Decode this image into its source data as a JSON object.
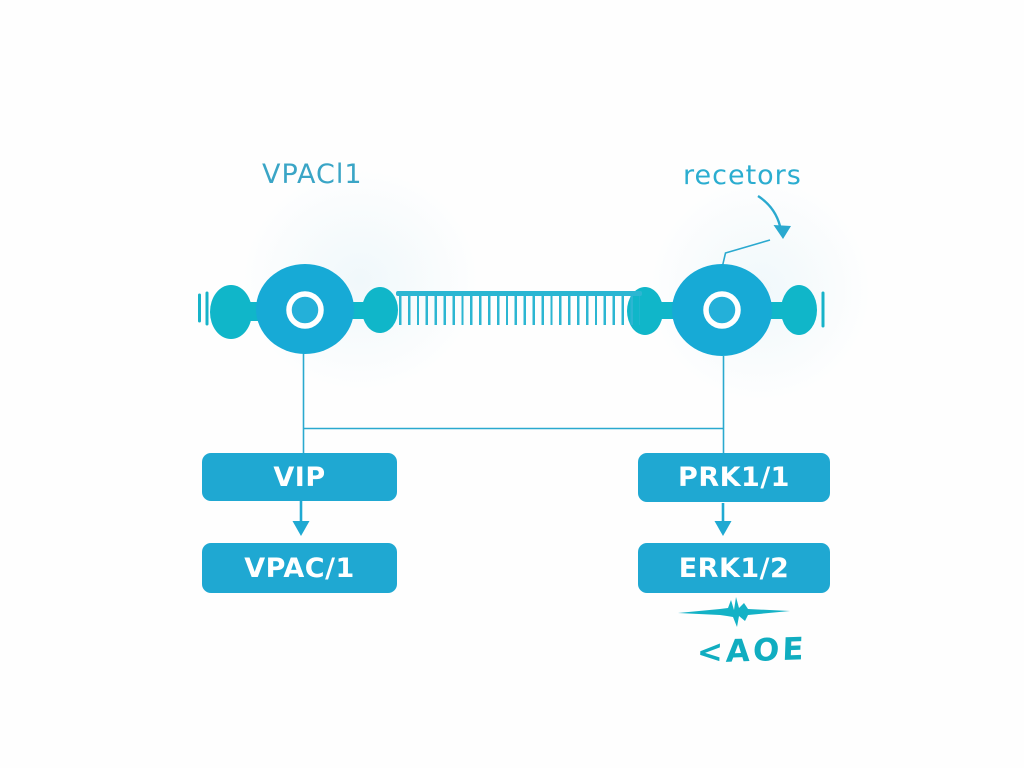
{
  "diagram": {
    "label_left": "VPACl1",
    "label_right": "recetors",
    "annotation": "<AOE",
    "boxes": [
      {
        "id": "vip",
        "label": "VIP"
      },
      {
        "id": "vpac1",
        "label": "VPAC/1"
      },
      {
        "id": "prk11",
        "label": "PRK1/1"
      },
      {
        "id": "erk12",
        "label": "ERK1/2"
      }
    ],
    "icons": [
      "receptor-icon-left",
      "receptor-icon-right",
      "membrane-comb",
      "curved-pointer-arrow",
      "down-arrow",
      "spiky-strike-arrow"
    ],
    "colors": {
      "receptor_body": "#17aad6",
      "receptor_ring_inner": "#24b0d9",
      "receptor_lobe": "#10b6c9",
      "membrane": "#2cb6d2",
      "box_fill": "#1fa8d2",
      "box_text": "#ffffff",
      "label_text": "#3aa5c6",
      "annotation_text": "#10adc0",
      "connector_line": "#2aa9cf",
      "background": "#fefefe"
    }
  }
}
